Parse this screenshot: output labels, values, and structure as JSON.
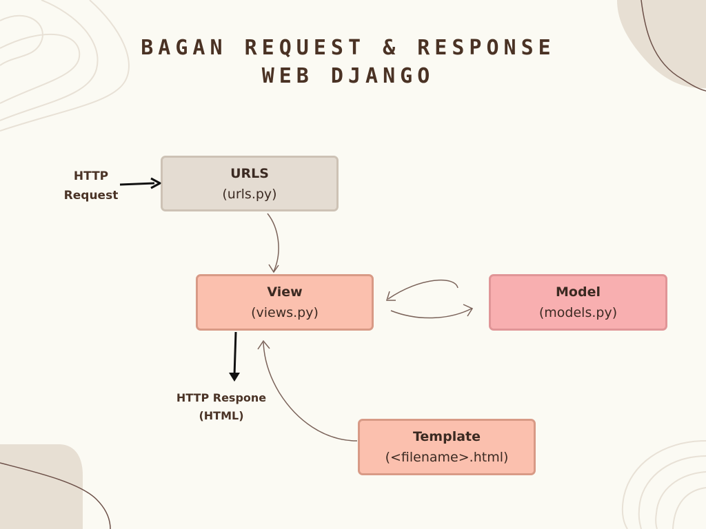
{
  "title": {
    "line1": "BAGAN REQUEST & RESPONSE",
    "line2": "WEB DJANGO"
  },
  "nodes": {
    "urls": {
      "label": "URLS",
      "sublabel": "(urls.py)"
    },
    "view": {
      "label": "View",
      "sublabel": "(views.py)"
    },
    "model": {
      "label": "Model",
      "sublabel": "(models.py)"
    },
    "template": {
      "label": "Template",
      "sublabel": "(<filename>.html)"
    }
  },
  "labels": {
    "request_line1": "HTTP",
    "request_line2": "Request",
    "response_line1": "HTTP Respone",
    "response_line2": "(HTML)"
  },
  "colors": {
    "background": "#fbfaf3",
    "urls_fill": "#e4dcd2",
    "view_fill": "#fbc0ae",
    "model_fill": "#f8afb0",
    "template_fill": "#fbc0ae",
    "title_text": "#4a3224",
    "connector": "#7a6259"
  }
}
